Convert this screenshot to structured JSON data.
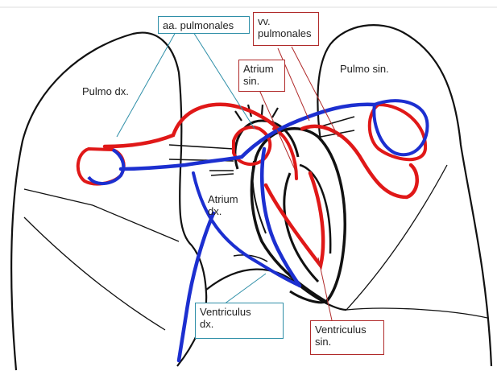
{
  "labels": {
    "pulmo_dx": "Pulmo dx.",
    "pulmo_sin": "Pulmo sin.",
    "atrium_dx": [
      "Atrium",
      "dx."
    ],
    "aa_pulmonales": "aa. pulmonales",
    "vv_pulmonales": [
      "vv.",
      "pulmonales"
    ],
    "atrium_sin": [
      "Atrium",
      "sin."
    ],
    "ventriculus_dx": [
      "Ventriculus",
      "dx."
    ],
    "ventriculus_sin": [
      "Ventriculus",
      "sin."
    ]
  },
  "colors": {
    "outline": "#111111",
    "arterial_red": "#e01818",
    "venous_blue": "#1c2fd0",
    "pointer_red": "#b02a2a",
    "pointer_blue": "#2f8fa8"
  }
}
